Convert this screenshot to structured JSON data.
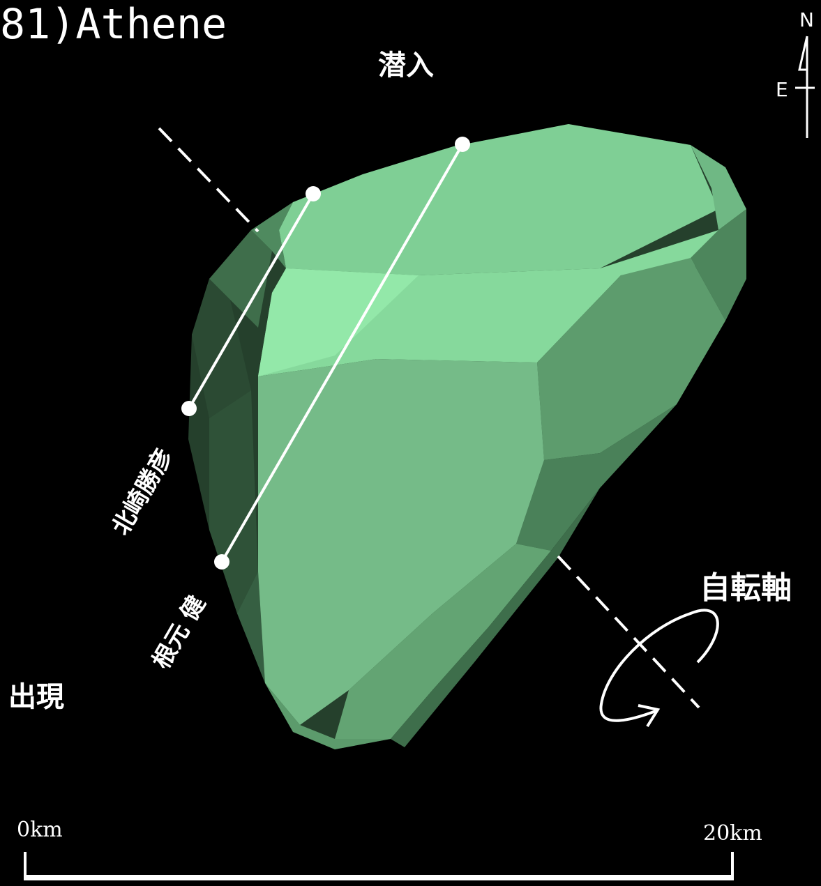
{
  "title": "81)Athene",
  "labels": {
    "disappear": "潜入",
    "reappear": "出現",
    "rotation_axis": "自転軸",
    "observer_1": "北崎勝彦",
    "observer_2": "根元 健"
  },
  "compass": {
    "north": "N",
    "east": "E"
  },
  "scale": {
    "start": "0km",
    "end": "20km"
  },
  "colors": {
    "background": "#000000",
    "body_light": "#8fe3a6",
    "body_dark": "#25402c",
    "chord": "#ffffff"
  }
}
